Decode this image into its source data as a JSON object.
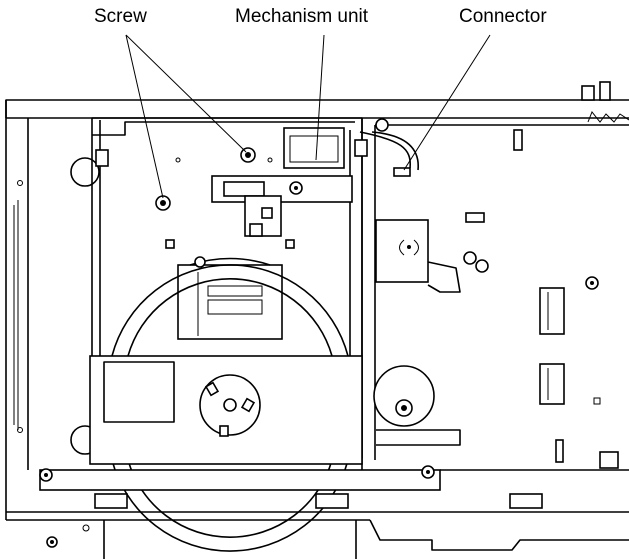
{
  "figure": {
    "labels": {
      "screw": "Screw",
      "mechanism_unit": "Mechanism unit",
      "connector": "Connector"
    }
  },
  "colors": {
    "ink": "#000000",
    "paper": "#ffffff"
  }
}
